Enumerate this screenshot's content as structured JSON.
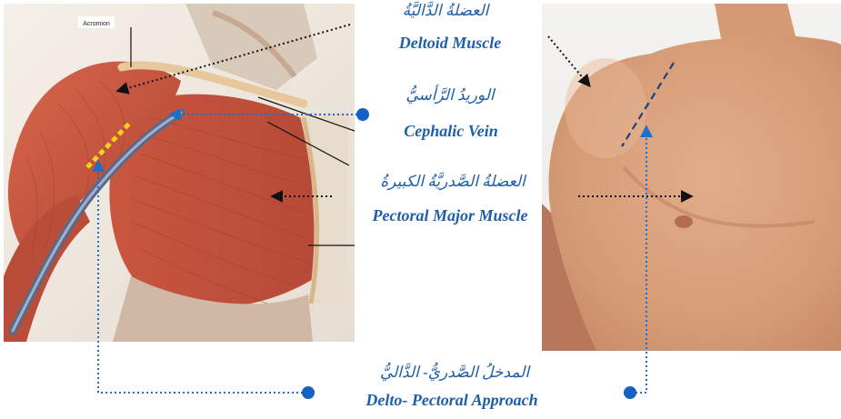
{
  "inset_label": "Acromion",
  "labels": {
    "deltoid": {
      "ar": "العضلةُ الدَّاليَّةُ",
      "en": "Deltoid Muscle"
    },
    "cephalic": {
      "ar": "الوريدُ الرَّأسيُّ",
      "en": "Cephalic Vein"
    },
    "pectoral": {
      "ar": "العضلةُ الصَّدريَّةُ الكبيرةُ",
      "en": "Pectoral Major Muscle"
    },
    "approach": {
      "ar": "المدخلُ الصَّدريُّ- الدَّاليُّ",
      "en": "Delto- Pectoral Approach"
    }
  },
  "colors": {
    "label_text": "#1f5fa8",
    "pointer_blue": "#1f6fc9",
    "dot_blue": "#1560c4",
    "incision_yellow": "#f2d21a",
    "muscle_red": "#c8553f",
    "skin_tone": "#d9a07a"
  }
}
